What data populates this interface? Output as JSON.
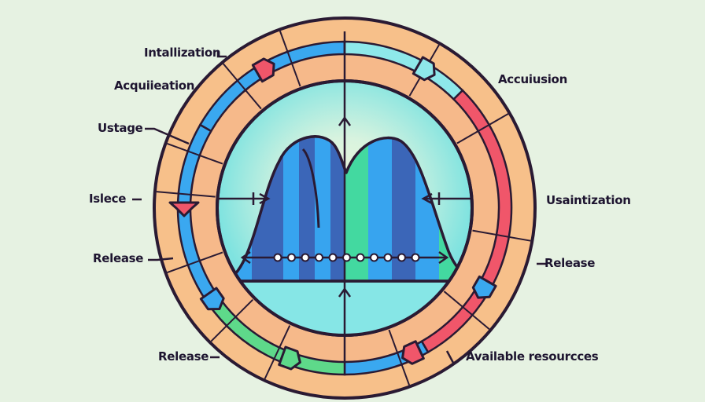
{
  "diagram": {
    "type": "resource-lifecycle-ring",
    "colors": {
      "background": "#e6f2e2",
      "outer_ring": "#f7c08a",
      "inner_disc": "#7fe3e0",
      "outline": "#2a1a33",
      "blue_band": "#3aa8f0",
      "green_band": "#5ed98a",
      "red_band": "#f0566a",
      "light_blue_band": "#8ee8ea",
      "curve_dark": "#3b66b8",
      "curve_mid": "#37a4ef",
      "curve_green": "#43d9a0",
      "axis_dot": "#ffffff"
    },
    "labels": {
      "top_left_1": "Intallization",
      "top_left_2": "Acquiieation",
      "left_1": "Ustage",
      "left_2": "Islece",
      "left_3": "Release",
      "bottom_left": "Release",
      "top_right": "Accuiusion",
      "right_1": "Usaintization",
      "right_2": "Release",
      "bottom_right": "Available resourcces"
    },
    "ring_segments": [
      {
        "name": "blue-top-left",
        "color": "#3aa8f0"
      },
      {
        "name": "light-blue-top-right",
        "color": "#8ee8ea"
      },
      {
        "name": "red-right",
        "color": "#f0566a"
      },
      {
        "name": "blue-bottom",
        "color": "#3aa8f0"
      },
      {
        "name": "green-bottom-left",
        "color": "#5ed98a"
      },
      {
        "name": "blue-left",
        "color": "#3aa8f0"
      }
    ],
    "markers": [
      {
        "name": "red-arrow-marker-top-left",
        "color": "#f0566a"
      },
      {
        "name": "light-blue-arrow-marker-top-right",
        "color": "#8ee8ea"
      },
      {
        "name": "blue-arrow-marker-right",
        "color": "#3aa8f0"
      },
      {
        "name": "red-arrow-marker-bottom-right",
        "color": "#f0566a"
      },
      {
        "name": "green-arrow-marker-bottom",
        "color": "#5ed98a"
      },
      {
        "name": "blue-arrow-marker-bottom-left",
        "color": "#3aa8f0"
      },
      {
        "name": "red-chevron-marker-left",
        "color": "#f0566a"
      }
    ],
    "central_plot": {
      "shape": "bimodal-curve",
      "axis_dots": 11
    }
  }
}
